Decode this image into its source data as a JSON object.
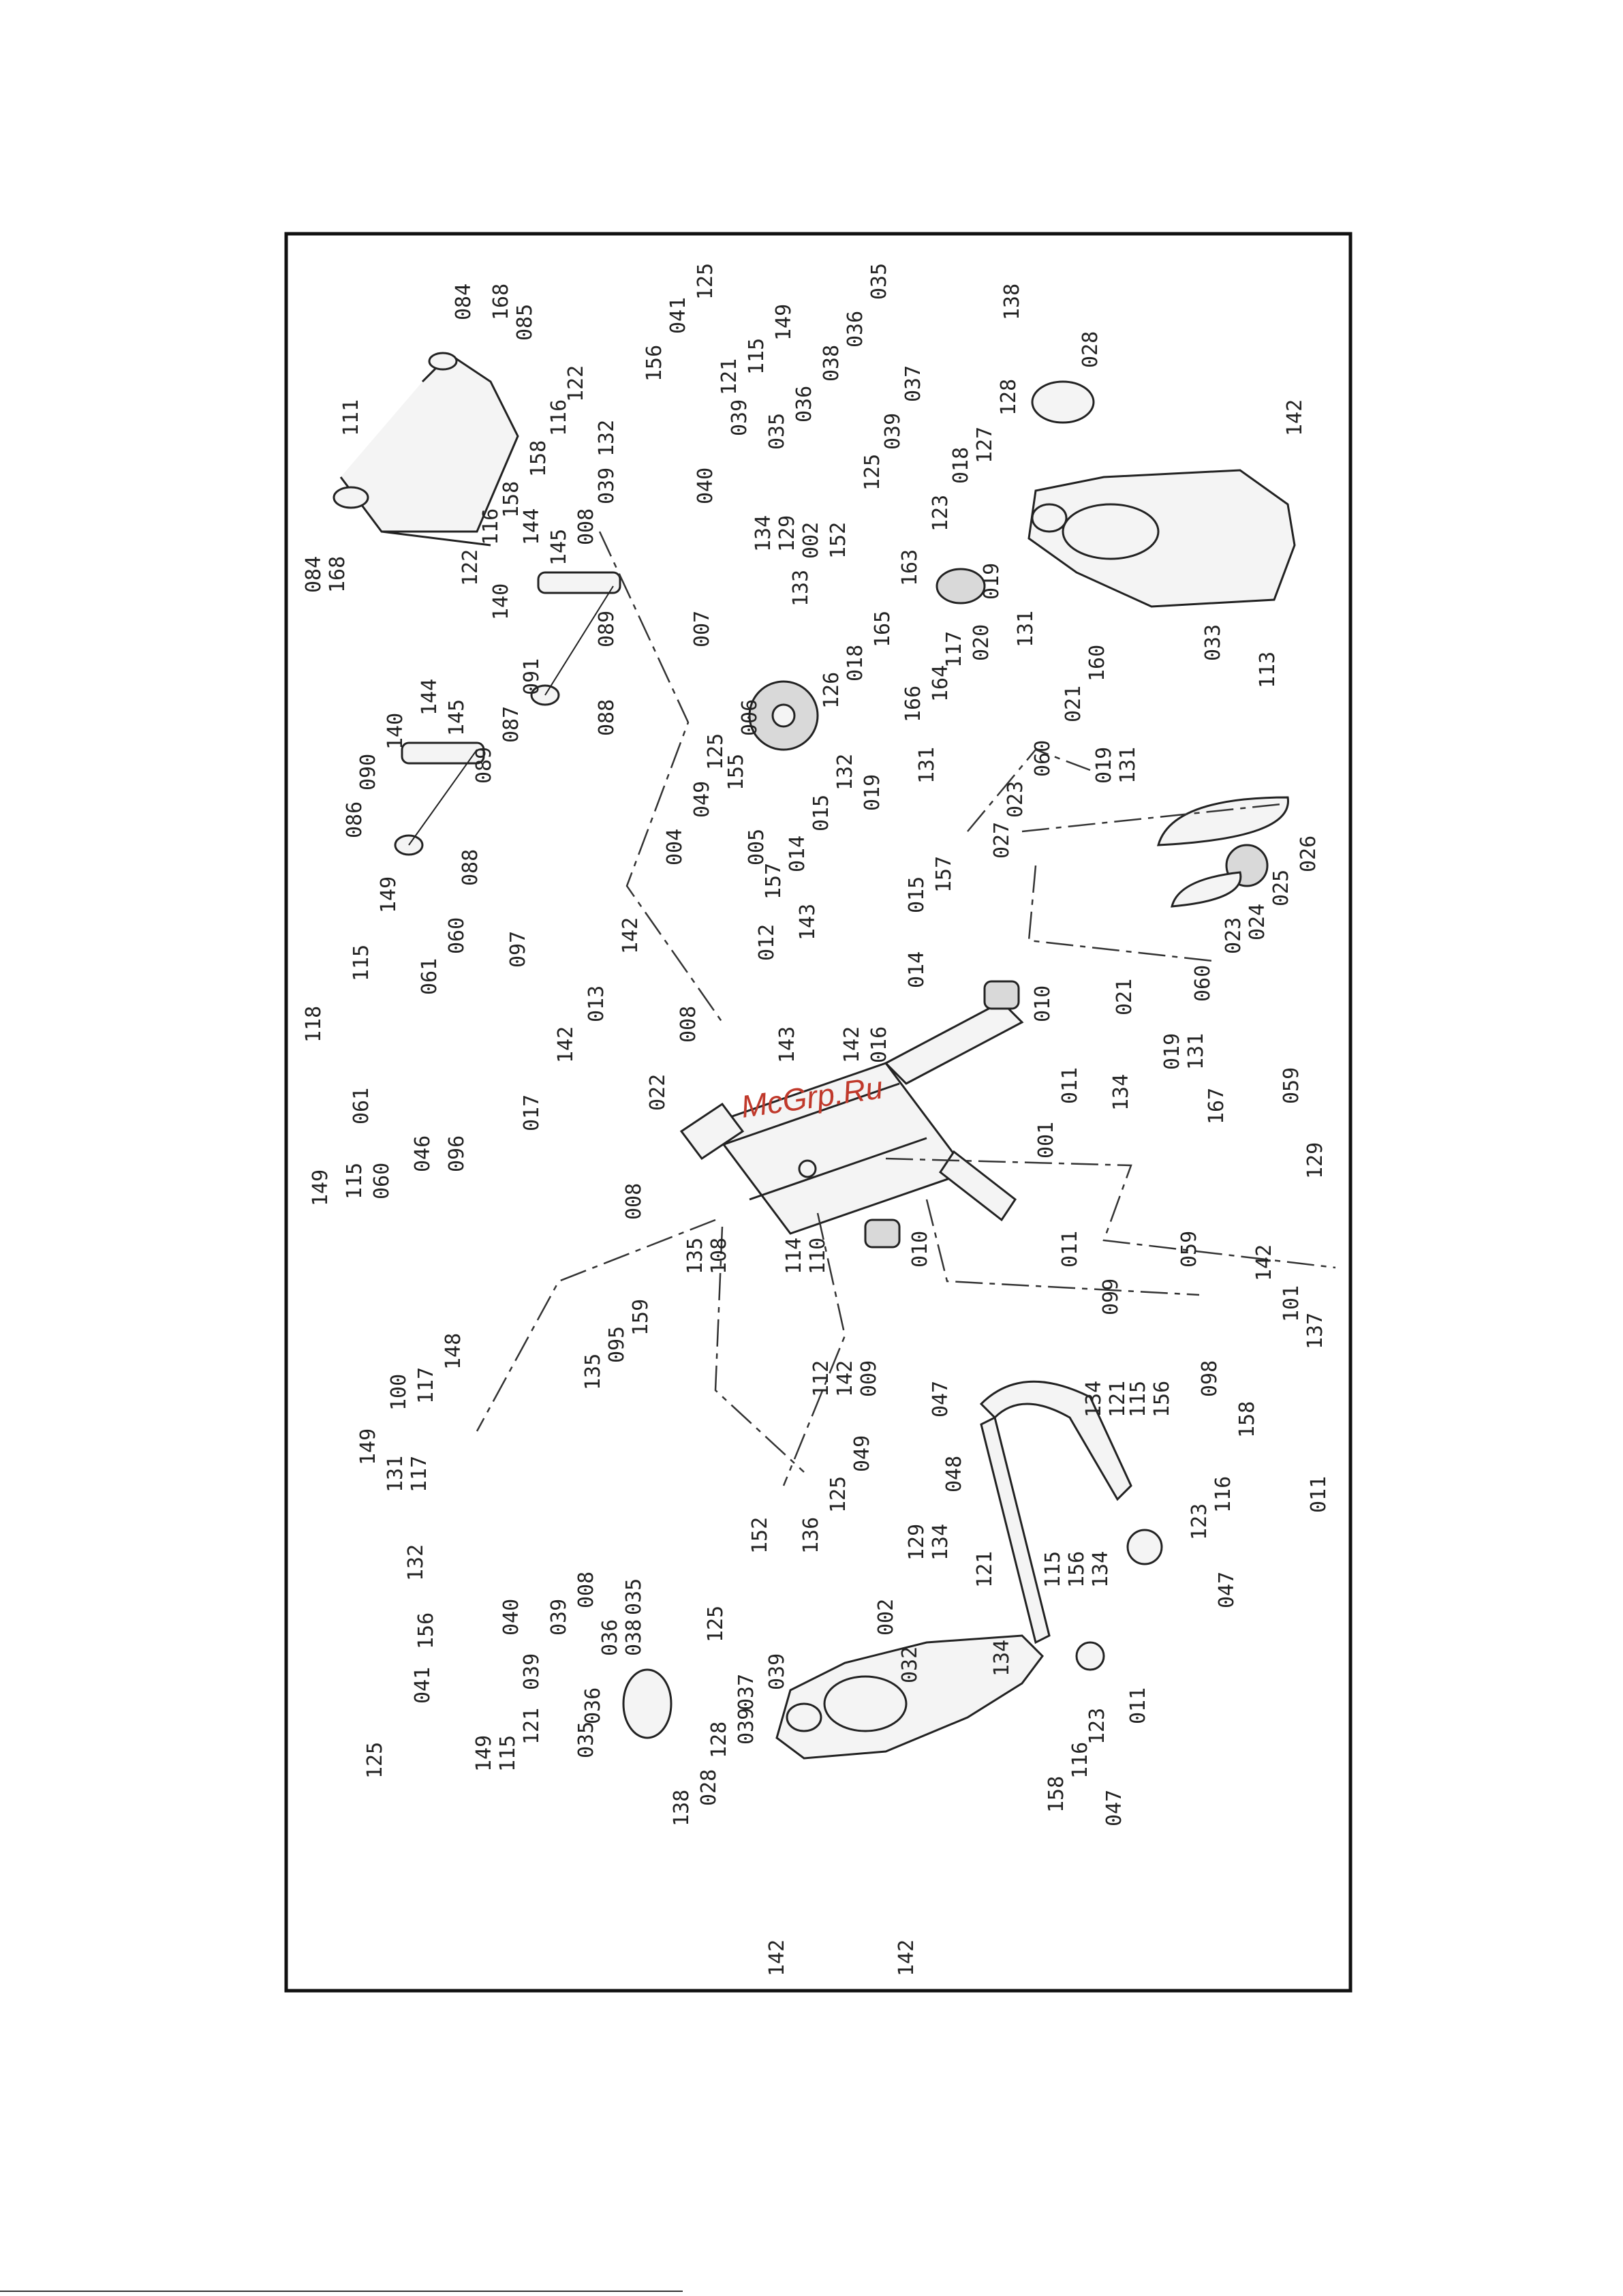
{
  "diagram": {
    "watermark": "McGrp.Ru",
    "callouts": [
      "084",
      "168",
      "085",
      "122",
      "116",
      "158",
      "111",
      "084",
      "168",
      "158",
      "116",
      "122",
      "144",
      "145",
      "140",
      "091",
      "089",
      "087",
      "088",
      "144",
      "145",
      "140",
      "090",
      "086",
      "089",
      "088",
      "118",
      "115",
      "149",
      "061",
      "060",
      "097",
      "061",
      "046",
      "096",
      "060",
      "115",
      "149",
      "017",
      "142",
      "125",
      "041",
      "156",
      "132",
      "039",
      "008",
      "040",
      "039",
      "121",
      "115",
      "149",
      "035",
      "036",
      "038",
      "035",
      "036",
      "037",
      "039",
      "125",
      "152",
      "002",
      "129",
      "134",
      "133",
      "007",
      "138",
      "028",
      "128",
      "127",
      "018",
      "123",
      "019",
      "131",
      "020",
      "117",
      "163",
      "164",
      "165",
      "166",
      "018",
      "126",
      "019",
      "131",
      "142",
      "033",
      "113",
      "006",
      "125",
      "155",
      "049",
      "004",
      "005",
      "014",
      "157",
      "015",
      "132",
      "012",
      "143",
      "013",
      "142",
      "143",
      "008",
      "022",
      "142",
      "016",
      "014",
      "015",
      "157",
      "010",
      "011",
      "001",
      "010",
      "011",
      "160",
      "021",
      "060",
      "019",
      "131",
      "023",
      "027",
      "026",
      "025",
      "024",
      "023",
      "060",
      "021",
      "019",
      "131",
      "134",
      "167",
      "059",
      "129",
      "059",
      "142",
      "099",
      "101",
      "137",
      "098",
      "135",
      "108",
      "114",
      "110",
      "008",
      "159",
      "095",
      "135",
      "112",
      "142",
      "009",
      "100",
      "117",
      "148",
      "149",
      "131",
      "117",
      "152",
      "136",
      "125",
      "049",
      "129",
      "134",
      "002",
      "132",
      "156",
      "041",
      "125",
      "149",
      "115",
      "121",
      "039",
      "040",
      "039",
      "008",
      "035",
      "036",
      "038",
      "035",
      "125",
      "036",
      "039",
      "037",
      "128",
      "039",
      "138",
      "028",
      "032",
      "142",
      "142",
      "047",
      "134",
      "121",
      "115",
      "156",
      "158",
      "048",
      "116",
      "123",
      "011",
      "121",
      "115",
      "156",
      "134",
      "047",
      "134",
      "123",
      "116",
      "158",
      "047",
      "011"
    ]
  }
}
